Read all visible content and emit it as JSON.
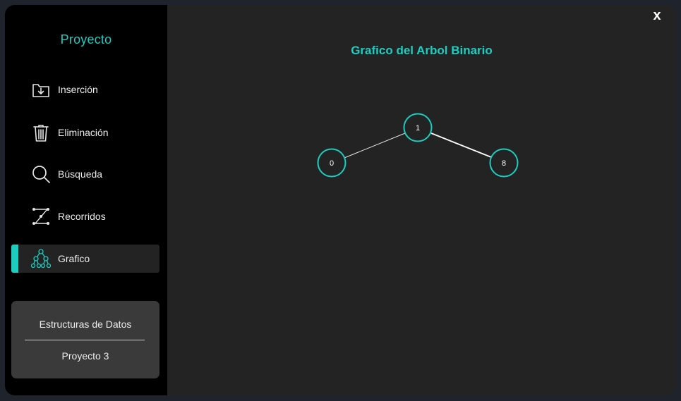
{
  "sidebar": {
    "title": "Proyecto",
    "items": [
      {
        "label": "Inserción",
        "icon": "folder-download-icon",
        "active": false
      },
      {
        "label": "Eliminación",
        "icon": "trash-icon",
        "active": false
      },
      {
        "label": "Búsqueda",
        "icon": "search-icon",
        "active": false
      },
      {
        "label": "Recorridos",
        "icon": "traversal-path-icon",
        "active": false
      },
      {
        "label": "Grafico",
        "icon": "tree-graph-icon",
        "active": true
      }
    ],
    "info": {
      "line1": "Estructuras de Datos",
      "line2": "Proyecto 3"
    }
  },
  "window": {
    "close_label": "x"
  },
  "main": {
    "title": "Grafico del Arbol Binario",
    "tree": {
      "root": "1",
      "left": "0",
      "right": "8"
    }
  },
  "colors": {
    "accent": "#1ecdc0",
    "sidebar_bg": "#000000",
    "content_bg": "#232323",
    "info_box_bg": "#3a3a3a"
  }
}
